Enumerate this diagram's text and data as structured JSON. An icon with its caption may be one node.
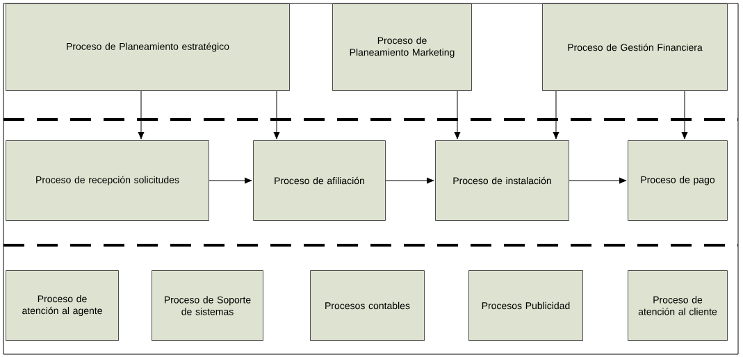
{
  "diagram": {
    "nodes": [
      {
        "text": [
          "Proceso de Planeamiento estratégico"
        ]
      },
      {
        "text": [
          "Proceso de Planeamiento Marketing"
        ]
      },
      {
        "text": [
          "Proceso de Gestión Financiera"
        ]
      },
      {
        "text": [
          "Proceso de recepción solicitudes"
        ]
      },
      {
        "text": [
          "Proceso de afiliación"
        ]
      },
      {
        "text": [
          "Proceso de instalación"
        ]
      },
      {
        "text": [
          "Proceso de pago"
        ]
      },
      {
        "text": [
          "Proceso de atención al agente"
        ]
      },
      {
        "text": [
          "Proceso de Soporte de sistemas"
        ]
      },
      {
        "text": [
          "Procesos contables"
        ]
      },
      {
        "text": [
          "Procesos Publicidad"
        ]
      },
      {
        "text": [
          "Proceso de atención al cliente"
        ]
      }
    ],
    "edges": [
      {
        "from": 0,
        "to": 3,
        "arrow": "to"
      },
      {
        "from": 0,
        "to": 4,
        "arrow": "to"
      },
      {
        "from": 1,
        "to": 5,
        "arrow": "to"
      },
      {
        "from": 2,
        "to": 5,
        "arrow": "to"
      },
      {
        "from": 2,
        "to": 6,
        "arrow": "to"
      },
      {
        "from": 3,
        "to": 4,
        "arrow": "to"
      },
      {
        "from": 4,
        "to": 5,
        "arrow": "to"
      },
      {
        "from": 5,
        "to": 6,
        "arrow": "to"
      }
    ]
  }
}
